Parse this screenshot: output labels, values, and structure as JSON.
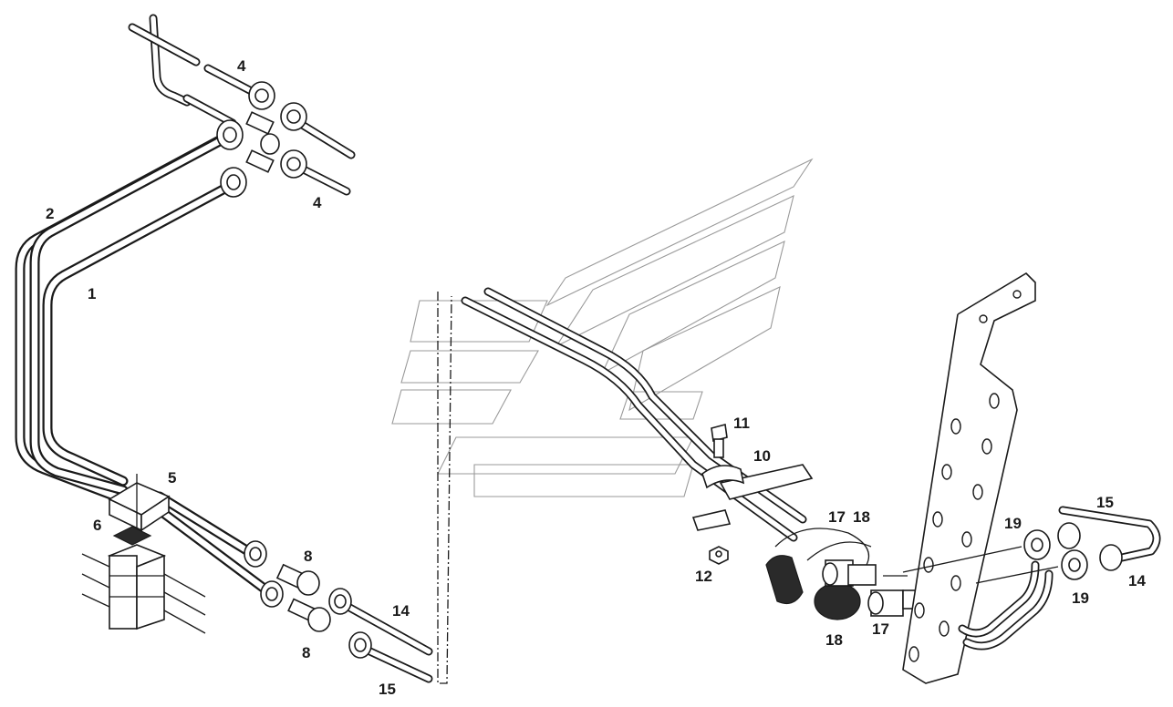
{
  "callouts": {
    "c1": "1",
    "c2": "2",
    "c4a": "4",
    "c4b": "4",
    "c5": "5",
    "c6": "6",
    "c8a": "8",
    "c8b": "8",
    "c10": "10",
    "c11": "11",
    "c12": "12",
    "c14a": "14",
    "c14b": "14",
    "c15a": "15",
    "c15b": "15",
    "c17a": "17",
    "c17b": "17",
    "c18a": "18",
    "c18b": "18",
    "c19a": "19",
    "c19b": "19"
  },
  "colors": {
    "line": "#1a1a1a",
    "background": "#ffffff",
    "watermark": "#9a9a9a"
  }
}
